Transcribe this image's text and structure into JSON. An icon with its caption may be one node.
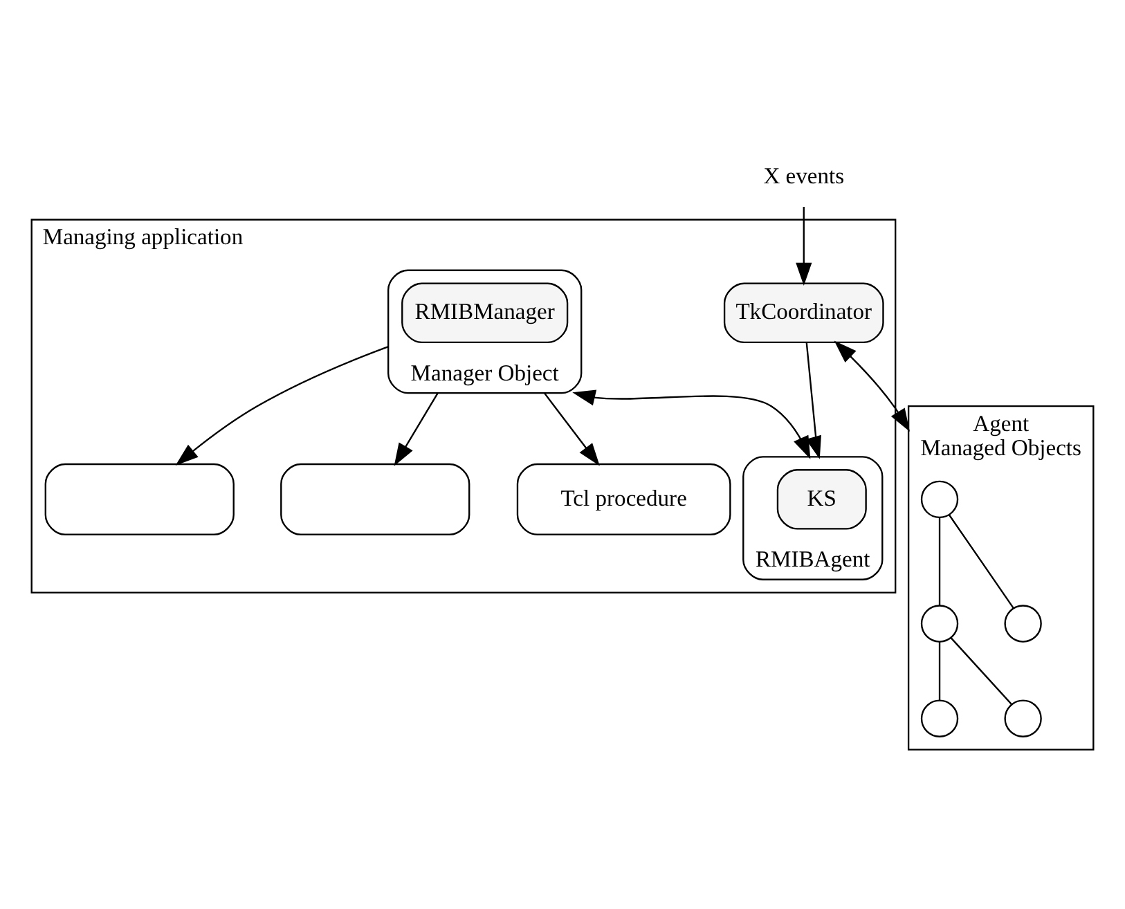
{
  "diagram": {
    "nodes": [
      {
        "text": [
          "Managing application"
        ]
      },
      {
        "text": [
          "Manager Object"
        ],
        "in": 0
      },
      {
        "text": [
          "RMIBManager"
        ],
        "in": 1
      },
      {
        "text": [],
        "shape": "box",
        "in": 0
      },
      {
        "text": [],
        "shape": "box",
        "in": 0
      },
      {
        "text": [
          "Tcl procedure"
        ],
        "in": 0
      },
      {
        "text": [
          "RMIBAgent"
        ],
        "in": 0
      },
      {
        "text": [
          "KS"
        ],
        "in": 6
      },
      {
        "text": [
          "TkCoordinator"
        ],
        "in": 0
      },
      {
        "text": [
          "X events"
        ]
      },
      {
        "text": [
          "Agent",
          "Managed Objects"
        ]
      },
      {
        "text": [],
        "shape": "circle",
        "in": 10
      },
      {
        "text": [],
        "shape": "circle",
        "in": 10
      },
      {
        "text": [],
        "shape": "circle",
        "in": 10
      },
      {
        "text": [],
        "shape": "circle",
        "in": 10
      },
      {
        "text": [],
        "shape": "circle",
        "in": 10
      }
    ],
    "edges": [
      {
        "from": 1,
        "to": 3,
        "arrow": "to"
      },
      {
        "from": 1,
        "to": 4,
        "arrow": "to"
      },
      {
        "from": 1,
        "to": 5,
        "arrow": "to"
      },
      {
        "from": 1,
        "to": 6,
        "arrow": "both"
      },
      {
        "from": 8,
        "to": 6,
        "arrow": "to"
      },
      {
        "from": 9,
        "to": 8,
        "arrow": "to"
      },
      {
        "from": 8,
        "to": 10,
        "arrow": "both"
      },
      {
        "from": 11,
        "to": 12,
        "arrow": "none"
      },
      {
        "from": 11,
        "to": 13,
        "arrow": "none"
      },
      {
        "from": 12,
        "to": 14,
        "arrow": "none"
      },
      {
        "from": 12,
        "to": 15,
        "arrow": "none"
      }
    ]
  }
}
